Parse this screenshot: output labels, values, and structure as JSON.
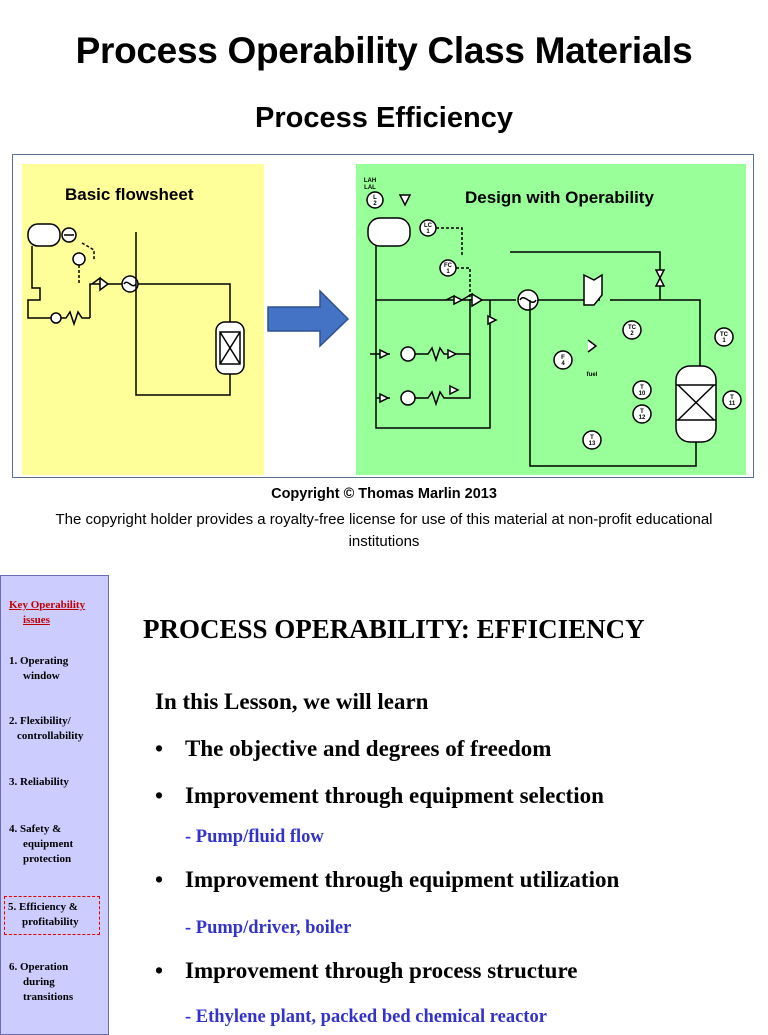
{
  "header": {
    "title": "Process Operability Class Materials",
    "subtitle": "Process Efficiency"
  },
  "figure": {
    "left_label": "Basic flowsheet",
    "right_label": "Design with Operability",
    "instrument_tags": [
      "LAH",
      "LAL",
      "L",
      "2",
      "LC",
      "1",
      "FC",
      "1",
      "TC",
      "2",
      "TC",
      "1",
      "F",
      "4",
      "fuel",
      "T",
      "10",
      "T",
      "12",
      "T",
      "11",
      "T",
      "13"
    ],
    "colors": {
      "left_bg": "#ffff99",
      "right_bg": "#99ff99",
      "arrow": "#4472c4"
    }
  },
  "copyright": {
    "line": "Copyright © Thomas Marlin 2013",
    "license": "The copyright holder provides a royalty-free license for use of this material at non-profit educational institutions"
  },
  "sidebar": {
    "heading": [
      "Key Operability",
      "issues"
    ],
    "items": [
      {
        "lines": [
          "1. Operating",
          "window"
        ]
      },
      {
        "lines": [
          "2. Flexibility/",
          "controllability"
        ]
      },
      {
        "lines": [
          "3. Reliability"
        ]
      },
      {
        "lines": [
          "4. Safety &",
          "equipment",
          "protection"
        ]
      },
      {
        "lines": [
          "5. Efficiency &",
          "profitability"
        ]
      },
      {
        "lines": [
          "6. Operation",
          "during",
          "transitions"
        ]
      }
    ]
  },
  "lesson": {
    "title": "PROCESS OPERABILITY: EFFICIENCY",
    "intro": "In this Lesson, we will learn",
    "bullets": [
      "The objective and degrees of freedom",
      "Improvement through equipment selection",
      "Improvement through equipment utilization",
      "Improvement through process structure"
    ],
    "subpoints": [
      "- Pump/fluid flow",
      "- Pump/driver, boiler",
      "- Ethylene plant, packed bed chemical reactor"
    ]
  }
}
